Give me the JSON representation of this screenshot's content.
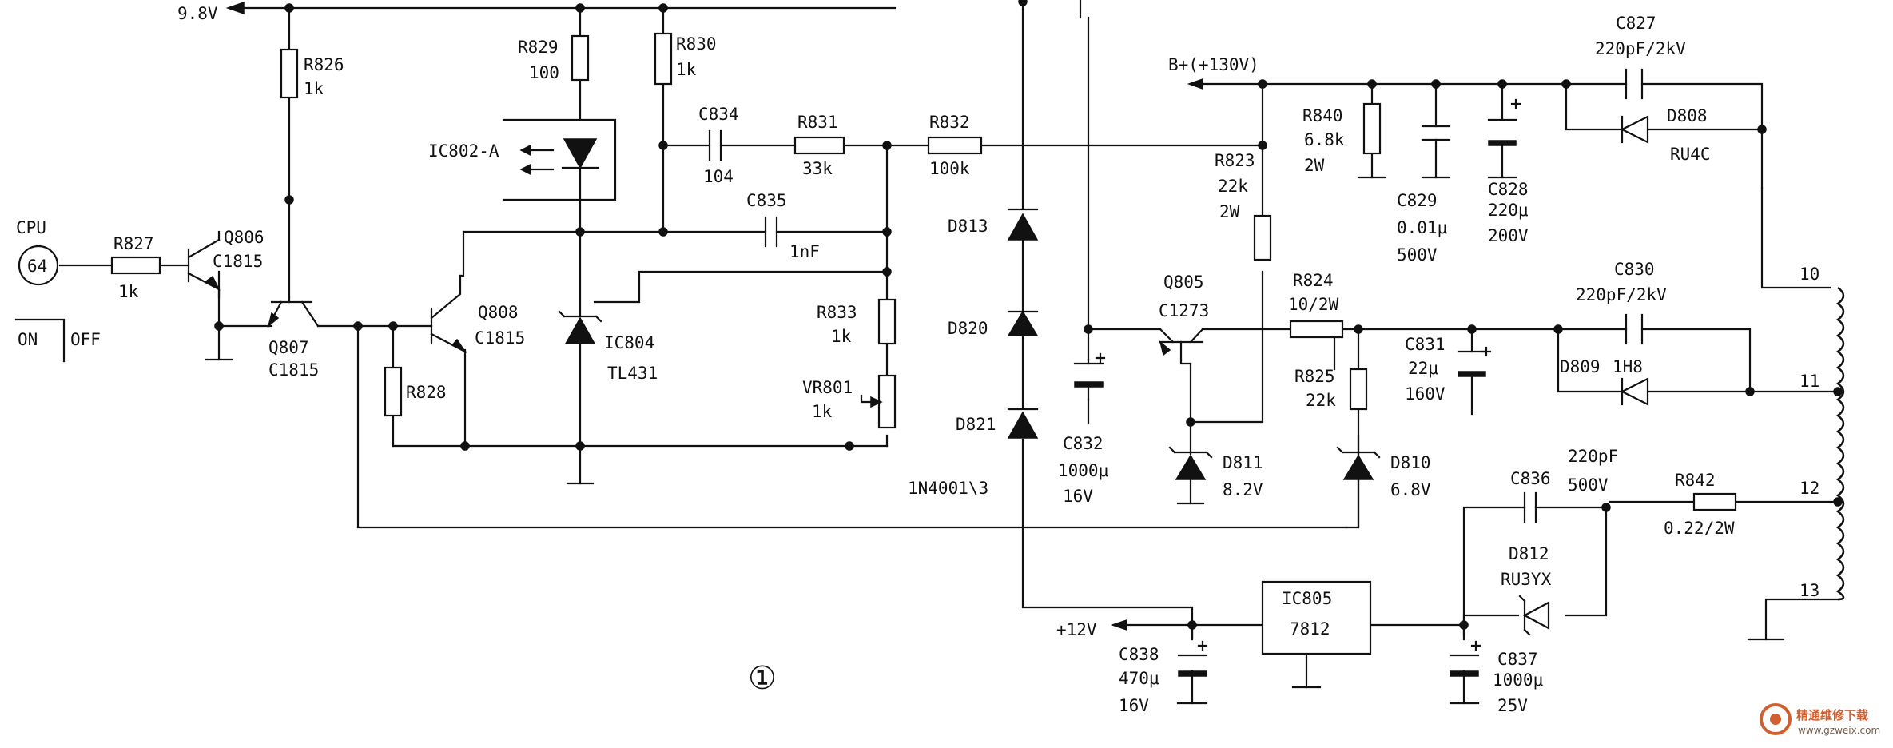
{
  "figure_number": "①",
  "supplies": {
    "v9_8": "9.8V",
    "b_plus": "B+(+130V)",
    "v12": "+12V"
  },
  "cpu": {
    "label": "CPU",
    "pin": "64",
    "on": "ON",
    "off": "OFF"
  },
  "components": {
    "R826": {
      "ref": "R826",
      "value": "1k"
    },
    "R827": {
      "ref": "R827",
      "value": "1k"
    },
    "R828": {
      "ref": "R828"
    },
    "R829": {
      "ref": "R829",
      "value": "100"
    },
    "R830": {
      "ref": "R830",
      "value": "1k"
    },
    "R831": {
      "ref": "R831",
      "value": "33k"
    },
    "R832": {
      "ref": "R832",
      "value": "100k"
    },
    "R833": {
      "ref": "R833",
      "value": "1k"
    },
    "VR801": {
      "ref": "VR801",
      "value": "1k"
    },
    "R823": {
      "ref": "R823",
      "value": "22k",
      "rating": "2W"
    },
    "R824": {
      "ref": "R824",
      "value": "10/2W"
    },
    "R825": {
      "ref": "R825",
      "value": "22k"
    },
    "R840": {
      "ref": "R840",
      "value": "6.8k",
      "rating": "2W"
    },
    "R842": {
      "ref": "R842",
      "value": "0.22/2W"
    },
    "C827": {
      "ref": "C827",
      "value": "220pF/2kV"
    },
    "C828": {
      "ref": "C828",
      "value": "220μ",
      "rating": "200V"
    },
    "C829": {
      "ref": "C829",
      "value": "0.01μ",
      "rating": "500V"
    },
    "C830": {
      "ref": "C830",
      "value": "220pF/2kV"
    },
    "C831": {
      "ref": "C831",
      "value": "22μ",
      "rating": "160V"
    },
    "C832": {
      "ref": "C832",
      "value": "1000μ",
      "rating": "16V"
    },
    "C834": {
      "ref": "C834",
      "value": "104"
    },
    "C835": {
      "ref": "C835",
      "value": "1nF"
    },
    "C836": {
      "ref": "C836",
      "value": "220pF",
      "rating": "500V"
    },
    "C837": {
      "ref": "C837",
      "value": "1000μ",
      "rating": "25V"
    },
    "C838": {
      "ref": "C838",
      "value": "470μ",
      "rating": "16V"
    },
    "Q805": {
      "ref": "Q805",
      "part": "C1273"
    },
    "Q806": {
      "ref": "Q806",
      "part": "C1815"
    },
    "Q807": {
      "ref": "Q807",
      "part": "C1815"
    },
    "Q808": {
      "ref": "Q808",
      "part": "C1815"
    },
    "D808": {
      "ref": "D808",
      "part": "RU4C"
    },
    "D809": {
      "ref": "D809",
      "part": "1H8"
    },
    "D810": {
      "ref": "D810",
      "value": "6.8V"
    },
    "D811": {
      "ref": "D811",
      "value": "8.2V"
    },
    "D812": {
      "ref": "D812",
      "part": "RU3YX"
    },
    "D813": {
      "ref": "D813"
    },
    "D820": {
      "ref": "D820"
    },
    "D821": {
      "ref": "D821"
    },
    "diode_note": "1N4001\\3",
    "IC802": {
      "ref": "IC802-A"
    },
    "IC804": {
      "ref": "IC804",
      "part": "TL431"
    },
    "IC805": {
      "ref": "IC805",
      "part": "7812"
    }
  },
  "transformer_pins": [
    "10",
    "11",
    "12",
    "13"
  ],
  "watermark": {
    "name": "精通维修下载",
    "url": "www.gzweix.com"
  }
}
